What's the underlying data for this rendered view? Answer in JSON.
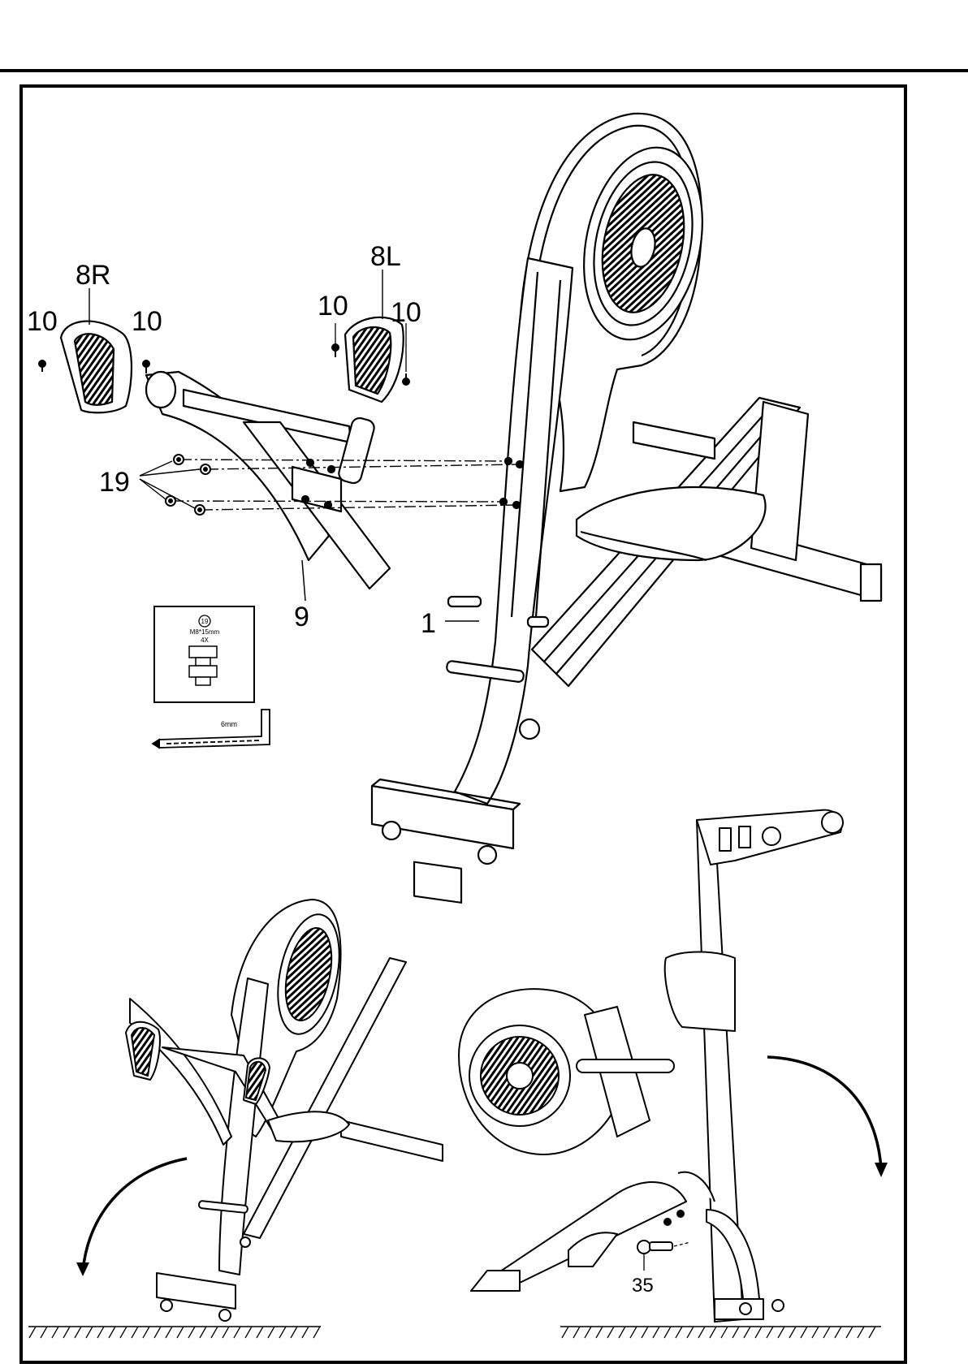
{
  "labels": {
    "part_8R": "8R",
    "part_8L": "8L",
    "part_10_a": "10",
    "part_10_b": "10",
    "part_10_c": "10",
    "part_10_d": "10",
    "part_19": "19",
    "part_9": "9",
    "part_1": "1",
    "part_35": "35"
  },
  "hardware_box": {
    "part_number": "19",
    "spec": "M8*15mm",
    "qty": "4X"
  },
  "allen_key": {
    "size": "6mm"
  },
  "colors": {
    "line": "#000000",
    "background": "#ffffff"
  }
}
